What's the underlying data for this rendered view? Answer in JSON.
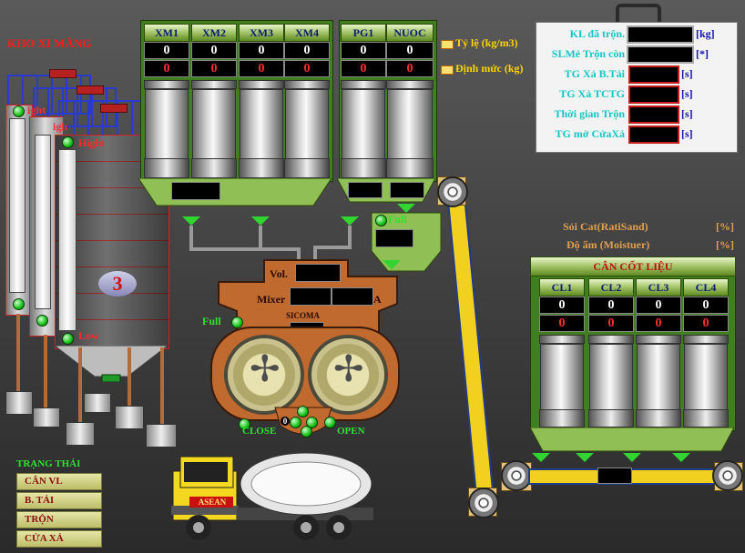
{
  "silo": {
    "title": "KHO XI MĂNG",
    "number": "3",
    "high_label": "Hight",
    "low_label": "Low",
    "back_high_label_1": "ight",
    "back_high_label_2": "igh"
  },
  "top_bins": [
    {
      "name": "XM1",
      "ratio": "0",
      "setpoint": "0"
    },
    {
      "name": "XM2",
      "ratio": "0",
      "setpoint": "0"
    },
    {
      "name": "XM3",
      "ratio": "0",
      "setpoint": "0"
    },
    {
      "name": "XM4",
      "ratio": "0",
      "setpoint": "0"
    },
    {
      "name": "PG1",
      "ratio": "0",
      "setpoint": "0"
    },
    {
      "name": "NUOC",
      "ratio": "0",
      "setpoint": "0"
    }
  ],
  "legend": {
    "ratio": "Tỷ lệ (kg/m3)",
    "setpoint": "Định mức (kg)"
  },
  "info_panel": {
    "rows": [
      {
        "label": "KL đã trộn.",
        "unit": "[kg]",
        "style": "white"
      },
      {
        "label": "SLMẻ Trộn còn",
        "unit": "[*]",
        "style": "white"
      },
      {
        "label": "TG Xả B.Tải",
        "unit": "[s]",
        "style": "red"
      },
      {
        "label": "TG Xả TCTG",
        "unit": "[s]",
        "style": "red"
      },
      {
        "label": "Thời gian Trộn",
        "unit": "[s]",
        "style": "red"
      },
      {
        "label": "TG mở CửaXả",
        "unit": "[s]",
        "style": "red"
      }
    ]
  },
  "moisture": {
    "sand_ratio_label": "Sỏi Cat(RatiSand)",
    "moisture_label": "Độ ẩm (Moistuer)",
    "unit": "[%]"
  },
  "aggregate": {
    "title": "CÂN CỐT LIỆU",
    "bins": [
      {
        "name": "CL1",
        "ratio": "0",
        "setpoint": "0"
      },
      {
        "name": "CL2",
        "ratio": "0",
        "setpoint": "0"
      },
      {
        "name": "CL3",
        "ratio": "0",
        "setpoint": "0"
      },
      {
        "name": "CL4",
        "ratio": "0",
        "setpoint": "0"
      }
    ]
  },
  "mixer": {
    "vol_label": "Vol.",
    "mixer_label": "Mixer",
    "a_label": "A",
    "brand": "SICOMA",
    "full_label": "Full",
    "close_label": "CLOSE",
    "open_label": "OPEN",
    "gate_value": "0"
  },
  "water_hopper": {
    "full_label": "Full"
  },
  "status": {
    "title": "TRẠNG THÁI",
    "items": [
      "CÂN VL",
      "B. TẢI",
      "TRỘN",
      "CỬA XẢ"
    ]
  },
  "truck": {
    "brand": "ASEAN"
  }
}
